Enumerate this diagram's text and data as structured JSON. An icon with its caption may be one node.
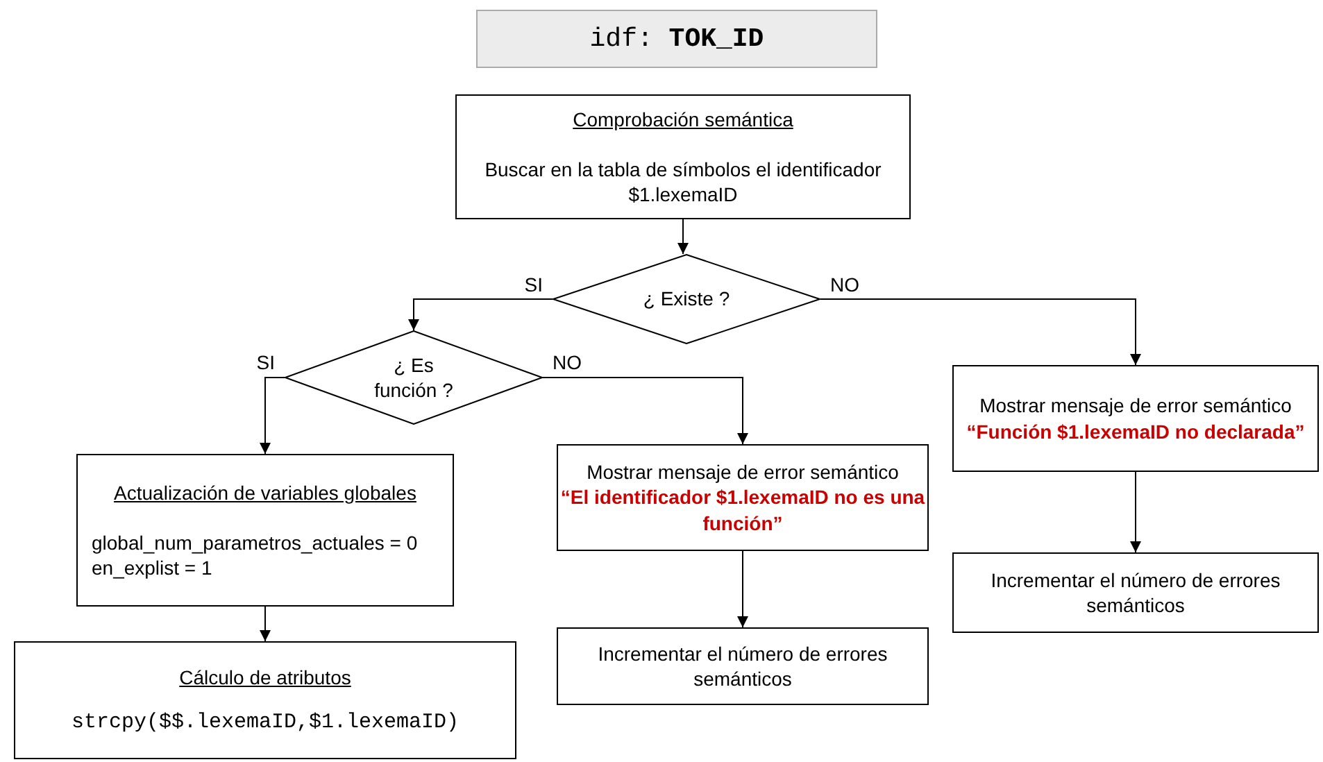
{
  "diagram": {
    "nodes": [
      {
        "text": [
          "idf: **TOK_ID**"
        ]
      },
      {
        "text": [
          "Comprobación semántica",
          "Buscar en la tabla de símbolos el identificador $1.lexemaID"
        ]
      },
      {
        "text": [
          "¿ Existe ?"
        ]
      },
      {
        "text": [
          "¿ Es función ?"
        ]
      },
      {
        "text": [
          "Mostrar mensaje de error semántico",
          "“Función $1.lexemaID no declarada”"
        ]
      },
      {
        "text": [
          "Actualización de variables globales",
          "global_num_parametros_actuales = 0",
          "en_explist = 1"
        ]
      },
      {
        "text": [
          "Mostrar mensaje de error semántico",
          "“El identificador $1.lexemaID no es una función”"
        ]
      },
      {
        "text": [
          "Incrementar el número de errores semánticos"
        ]
      },
      {
        "text": [
          "Incrementar el número de errores semánticos"
        ]
      },
      {
        "text": [
          "Cálculo de atributos",
          "strcpy($$.lexemaID,$1.lexemaID)"
        ]
      }
    ],
    "edges": [
      {
        "from": 1,
        "to": 2,
        "arrow": "to"
      },
      {
        "from": 2,
        "to": 3,
        "arrow": "to",
        "label": "SI"
      },
      {
        "from": 2,
        "to": 4,
        "arrow": "to",
        "label": "NO"
      },
      {
        "from": 3,
        "to": 5,
        "arrow": "to",
        "label": "SI"
      },
      {
        "from": 3,
        "to": 6,
        "arrow": "to",
        "label": "NO"
      },
      {
        "from": 4,
        "to": 7,
        "arrow": "to"
      },
      {
        "from": 6,
        "to": 8,
        "arrow": "to"
      },
      {
        "from": 5,
        "to": 9,
        "arrow": "to"
      }
    ]
  }
}
